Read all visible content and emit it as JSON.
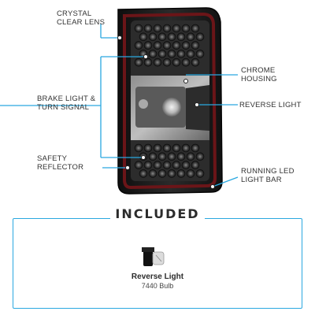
{
  "callouts": {
    "crystal_clear_lens": [
      "CRYSTAL",
      "CLEAR LENS"
    ],
    "brake_turn": [
      "BRAKE LIGHT &",
      "TURN SIGNAL"
    ],
    "safety_reflector": [
      "SAFETY",
      "REFLECTOR"
    ],
    "chrome_housing": [
      "CHROME",
      "HOUSING"
    ],
    "reverse_light": [
      "REVERSE LIGHT"
    ],
    "running_led": [
      "RUNNING LED",
      "LIGHT BAR"
    ]
  },
  "included": {
    "title": "INCLUDED",
    "item_name": "Reverse Light",
    "item_sub": "7440 Bulb"
  },
  "colors": {
    "accent_line": "#2aa8e0",
    "housing_dark": "#1a1a1a",
    "led_bar_red": "#6b1518"
  }
}
